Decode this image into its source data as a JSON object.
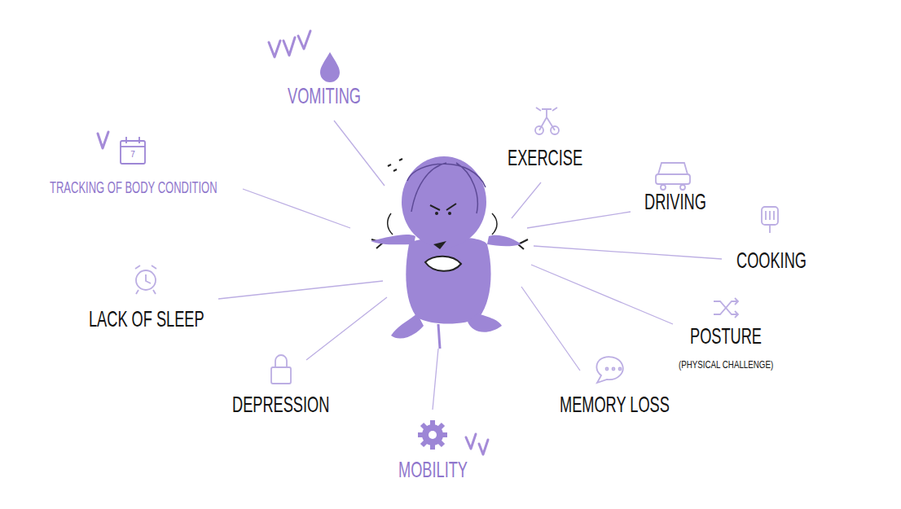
{
  "diagram": {
    "labels": [
      "VOMITING",
      "7",
      "TRACKING OF BODY CONDITION",
      "EXERCISE",
      "DRIVING",
      "COOKING",
      "LACK OF SLEEP",
      "POSTURE",
      "(PHYSICAL CHALLENGE)",
      "DEPRESSION",
      "MEMORY LOSS",
      "MOBILITY"
    ]
  }
}
